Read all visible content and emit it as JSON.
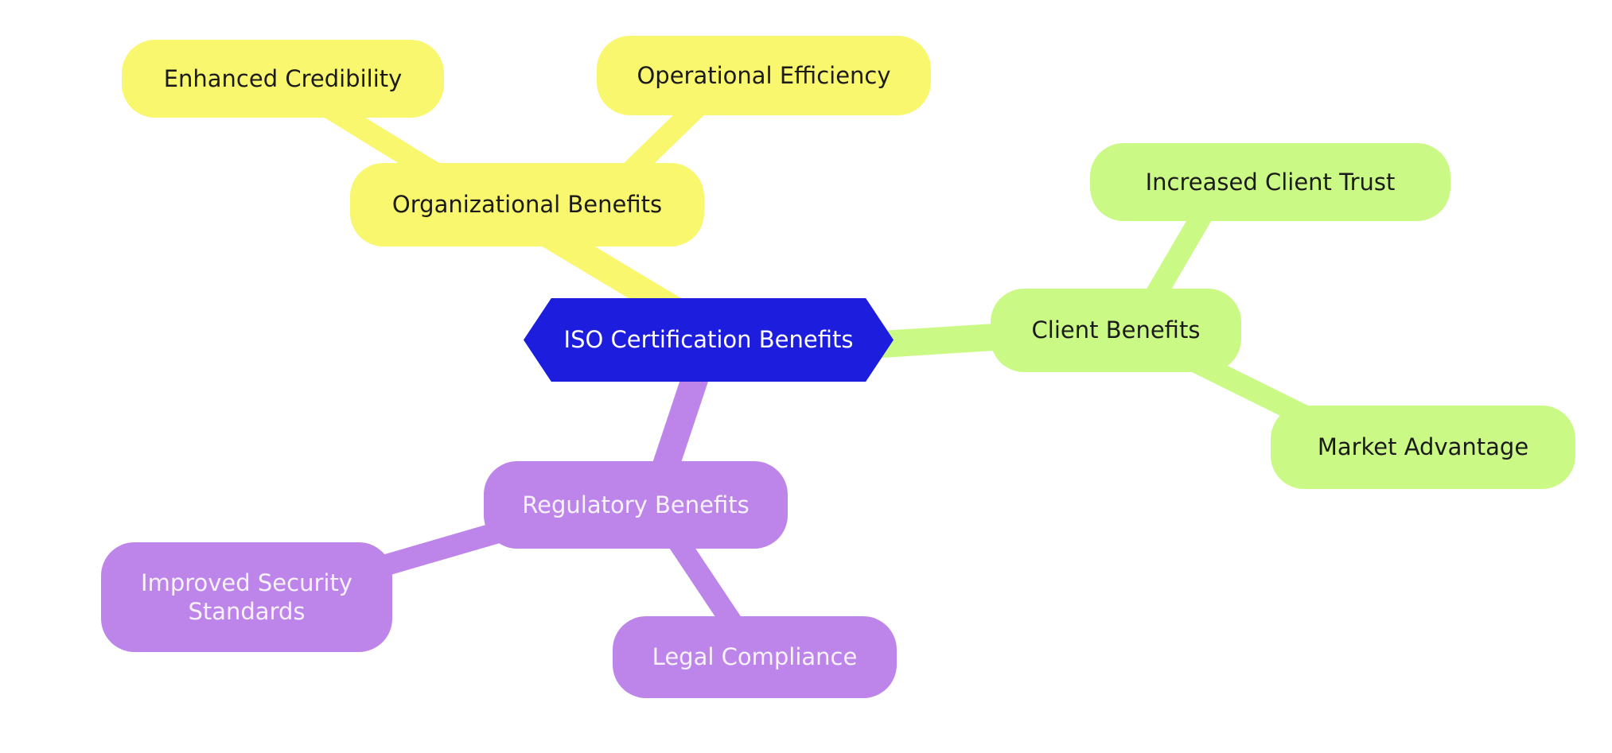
{
  "diagram": {
    "type": "mindmap",
    "title": "ISO Certification Benefits mindmap",
    "background_color": "#FFFFFF",
    "root": {
      "label": "ISO Certification Benefits",
      "shape": "hexagon",
      "fill": "#1D1DDE",
      "text_color": "#FFFFFF"
    },
    "branches": [
      {
        "label": "Organizational Benefits",
        "fill": "#F9F76E",
        "text_color": "#1B1B1B",
        "children": [
          {
            "label": "Enhanced Credibility"
          },
          {
            "label": "Operational Efficiency"
          }
        ]
      },
      {
        "label": "Client Benefits",
        "fill": "#CBF986",
        "text_color": "#1B1B1B",
        "children": [
          {
            "label": "Increased Client Trust"
          },
          {
            "label": "Market Advantage"
          }
        ]
      },
      {
        "label": "Regulatory Benefits",
        "fill": "#BD85EA",
        "text_color": "#F8F2FC",
        "children": [
          {
            "label": "Improved Security Standards"
          },
          {
            "label": "Legal Compliance"
          }
        ]
      }
    ]
  }
}
